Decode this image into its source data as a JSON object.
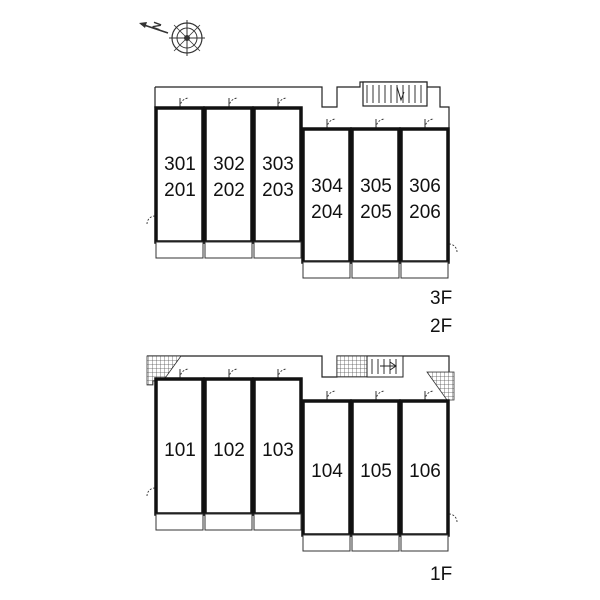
{
  "compass": {
    "north_letter": "N",
    "icon": "compass-rose-icon"
  },
  "upper_plan": {
    "floor_labels": [
      "3F",
      "2F"
    ],
    "units": [
      {
        "top": "301",
        "bottom": "201"
      },
      {
        "top": "302",
        "bottom": "202"
      },
      {
        "top": "303",
        "bottom": "203"
      },
      {
        "top": "304",
        "bottom": "204"
      },
      {
        "top": "305",
        "bottom": "205"
      },
      {
        "top": "306",
        "bottom": "206"
      }
    ]
  },
  "lower_plan": {
    "floor_labels": [
      "1F"
    ],
    "units": [
      "101",
      "102",
      "103",
      "104",
      "105",
      "106"
    ]
  }
}
